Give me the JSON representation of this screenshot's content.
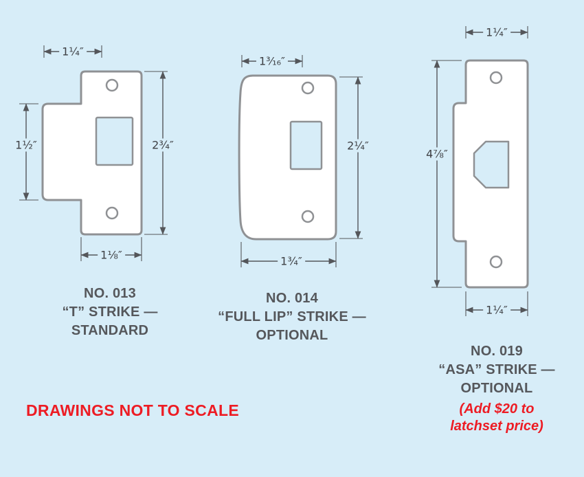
{
  "colors": {
    "background": "#d7edf8",
    "plate_fill": "#ffffff",
    "outline_gray": "#8f9194",
    "dimension_gray": "#54565a",
    "caption_gray": "#55575b",
    "accent_red": "#ed1c24"
  },
  "footnote": "DRAWINGS NOT TO SCALE",
  "figures": [
    {
      "caption_lines": [
        "NO. 013",
        "“T” STRIKE —",
        "STANDARD"
      ],
      "dims": {
        "top": "1¼″",
        "left": "1½″",
        "right": "2¾″",
        "bottom": "1⅛″"
      }
    },
    {
      "caption_lines": [
        "NO. 014",
        "“FULL LIP” STRIKE —",
        "OPTIONAL"
      ],
      "dims": {
        "top": "1³⁄₁₆″",
        "right": "2¼″",
        "bottom": "1¾″"
      }
    },
    {
      "caption_lines": [
        "NO. 019",
        "“ASA” STRIKE —",
        "OPTIONAL"
      ],
      "note_lines": [
        "(Add $20 to",
        "latchset price)"
      ],
      "dims": {
        "top": "1¼″",
        "left": "4⅞″",
        "bottom": "1¼″"
      }
    }
  ]
}
